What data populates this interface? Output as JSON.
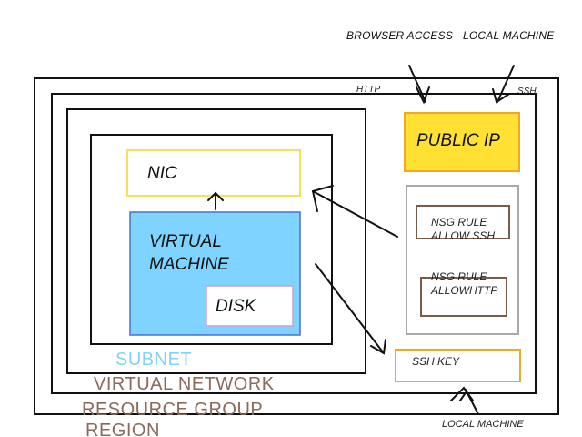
{
  "labels": {
    "browser_access": "BROWSER ACCESS",
    "local_machine_top": "LOCAL MACHINE",
    "http": "HTTP",
    "ssh": "SSH",
    "public_ip": "PUBLIC IP",
    "nic": "NIC",
    "virtual_machine_line1": "VIRTUAL",
    "virtual_machine_line2": "MACHINE",
    "disk": "DISK",
    "nsg_rule_ssh_line1": "NSG RULE",
    "nsg_rule_ssh_line2": "ALLOW SSH",
    "nsg_rule_http_line1": "NSG RULE",
    "nsg_rule_http_line2": "ALLOWHTTP",
    "ssh_key": "SSH KEY",
    "subnet": "SUBNET",
    "virtual_network": "VIRTUAL NETWORK",
    "resource_group": "RESOURCE GROUP",
    "region": "REGION",
    "local_machine_bottom": "LOCAL MACHINE"
  },
  "colors": {
    "outline": "#111111",
    "nic_border": "#f2e35b",
    "vm_fill": "#7fd4ff",
    "vm_border": "#4a6fd6",
    "disk_border": "#c8a0d8",
    "public_ip_fill": "#ffe033",
    "public_ip_border": "#f5a623",
    "nsg_group_border": "#a8a8a8",
    "nsg_rule_border": "#7a5a48",
    "ssh_key_border": "#f5a623",
    "subnet_text": "#7fd4f5",
    "vnet_text": "#8a6a5a",
    "rg_text": "#8a6a5a"
  }
}
